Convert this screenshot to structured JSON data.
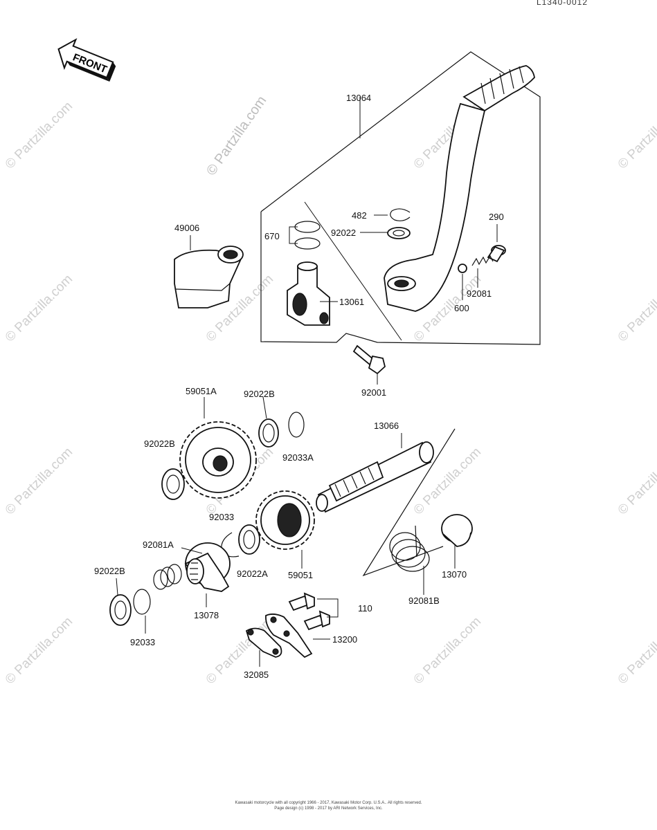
{
  "ref_code": "L1340-0012",
  "front_label": "FRONT",
  "watermark": "© Partzilla.com",
  "parts": {
    "p13064": "13064",
    "p49006": "49006",
    "p670": "670",
    "p482": "482",
    "p92022": "92022",
    "p290": "290",
    "p92081": "92081",
    "p600": "600",
    "p13061": "13061",
    "p92001": "92001",
    "p59051A": "59051A",
    "p92022B_top": "92022B",
    "p92022B_left": "92022B",
    "p92033A": "92033A",
    "p13066": "13066",
    "p92033_mid": "92033",
    "p92081A": "92081A",
    "p92022A": "92022A",
    "p59051": "59051",
    "p92022B_low": "92022B",
    "p13078": "13078",
    "p92033_low": "92033",
    "p110": "110",
    "p13200": "13200",
    "p32085": "32085",
    "p92081B": "92081B",
    "p13070": "13070"
  },
  "footer": {
    "line1": "Kawasaki motorcycle with all copyright 1966 - 2017, Kawasaki Motor Corp. U.S.A.. All rights reserved.",
    "line2": "Page design (c) 1998 - 2017 by ARI Network Services, Inc."
  }
}
